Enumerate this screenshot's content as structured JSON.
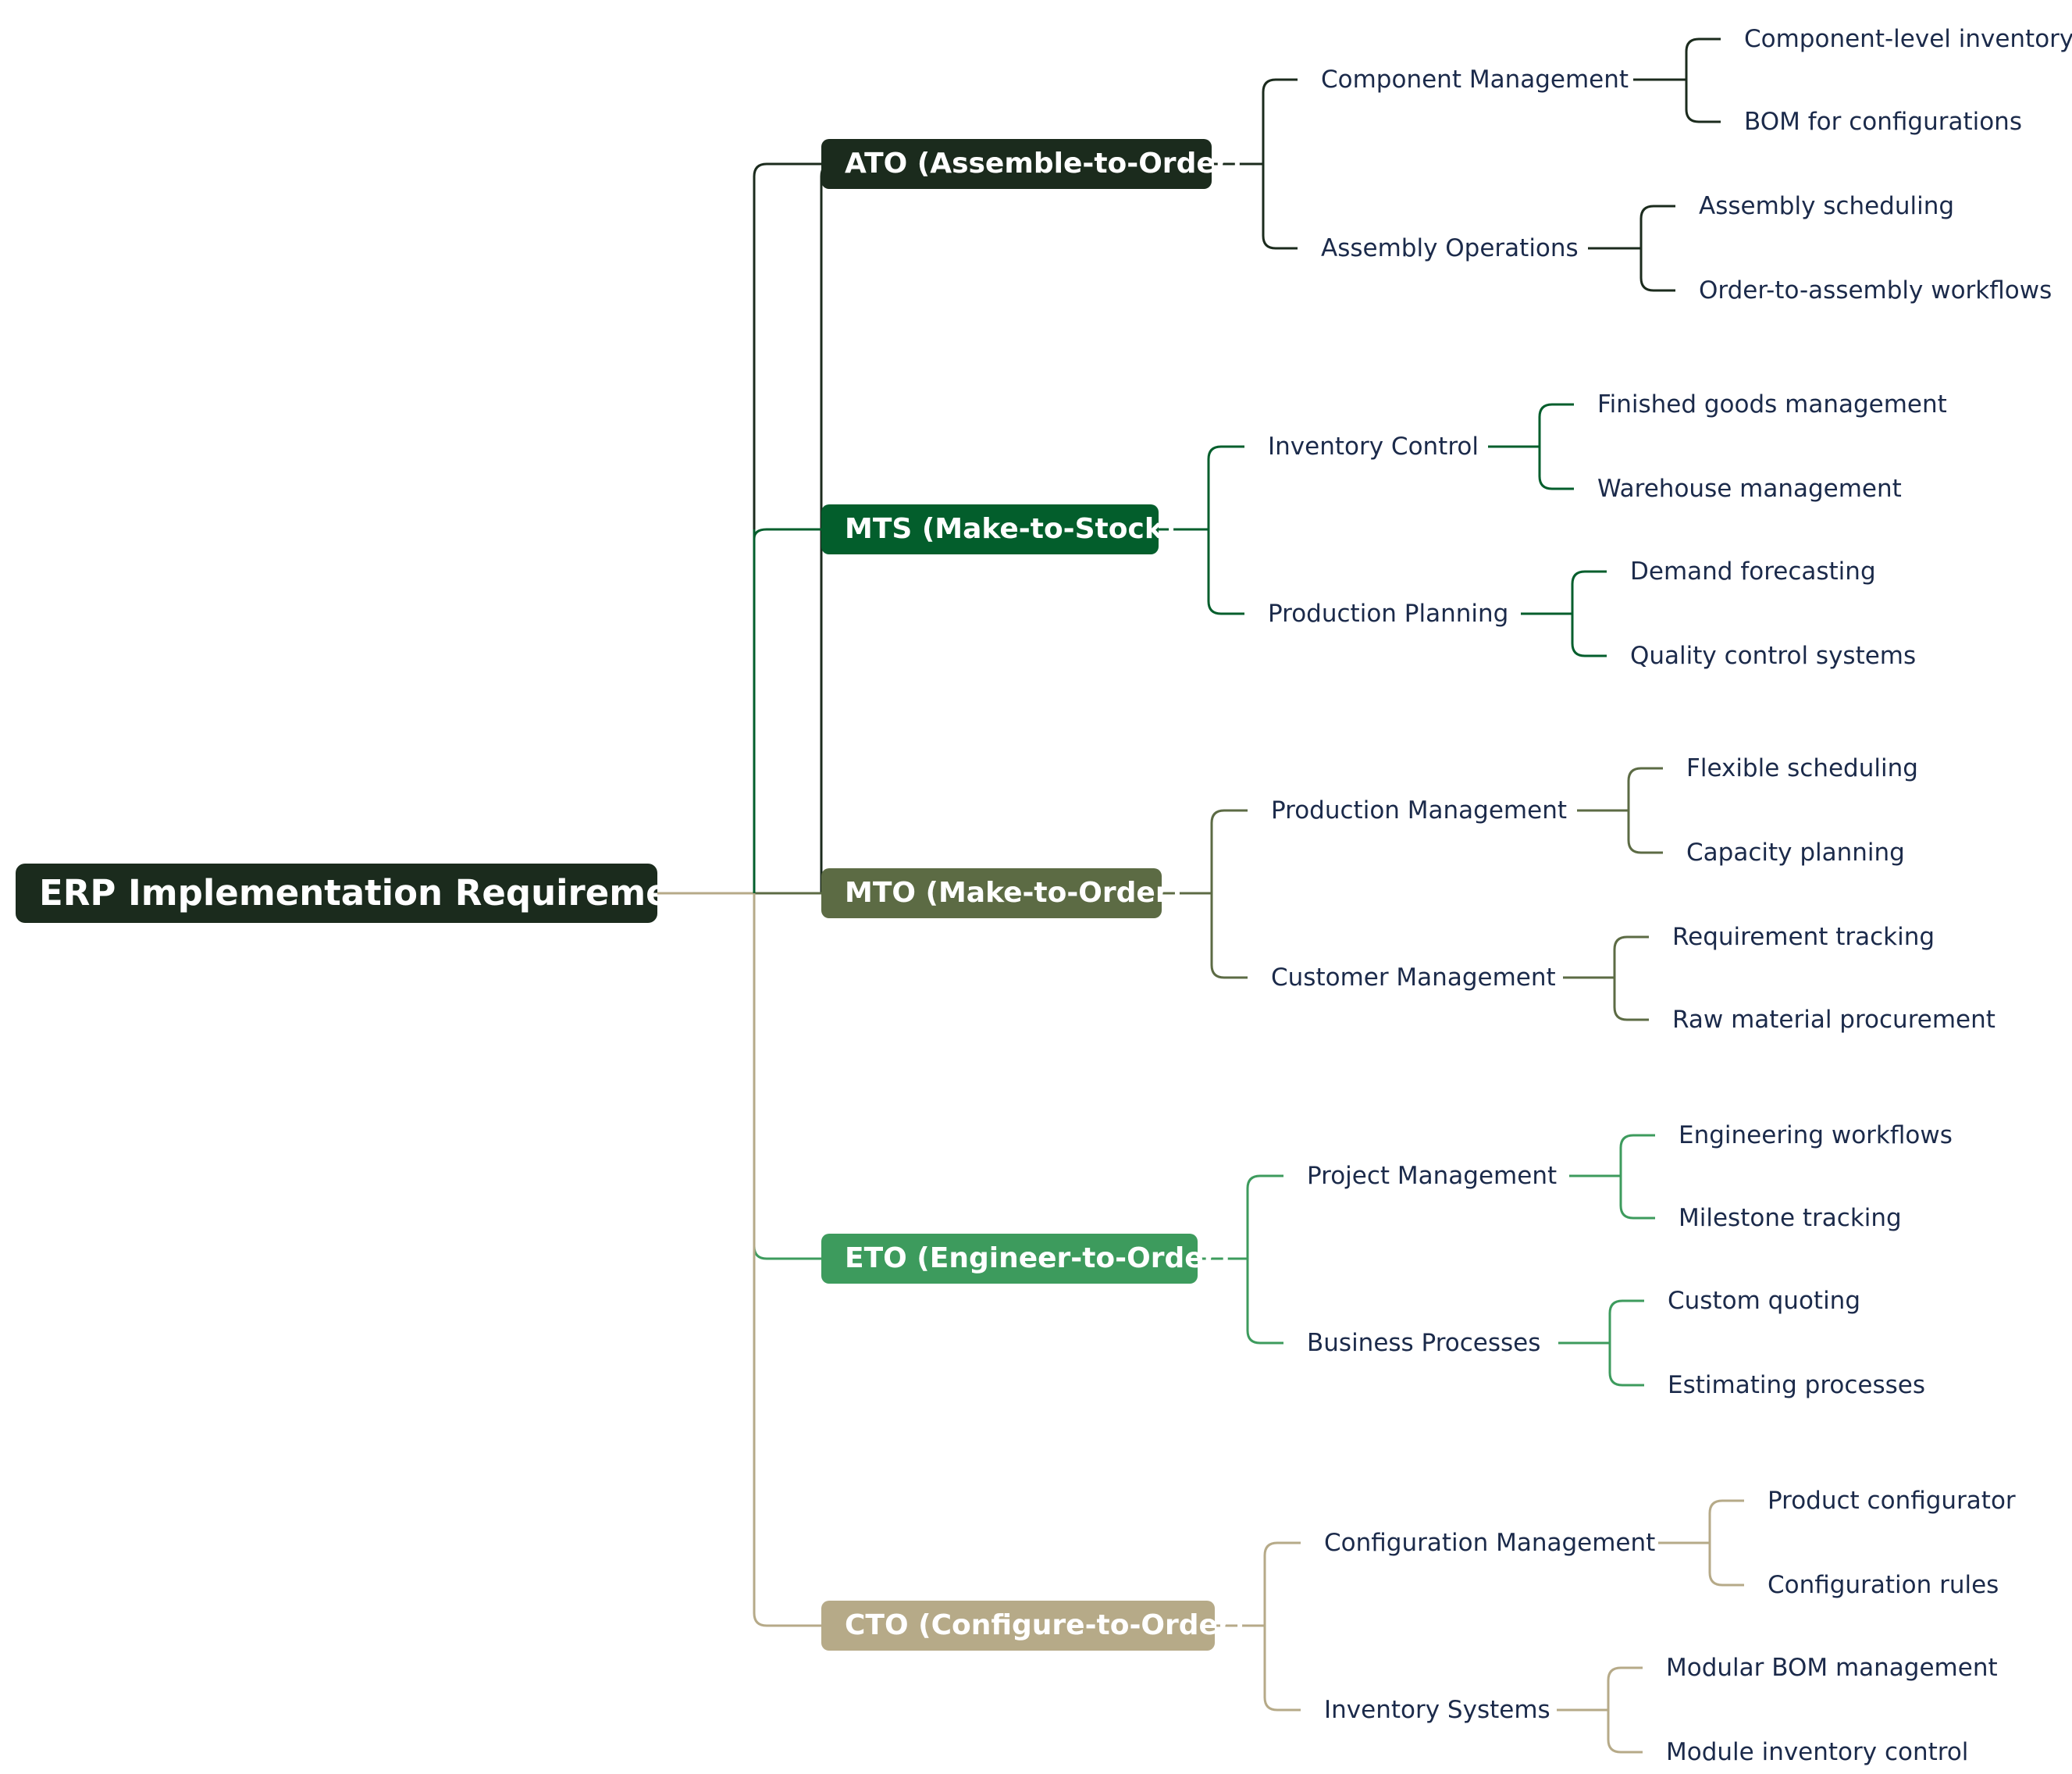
{
  "root": {
    "label": "ERP Implementation Requirements"
  },
  "colors": {
    "root": "#1b2b1d",
    "ato": "#1b2b1d",
    "mts": "#035e2c",
    "mto": "#5c6b44",
    "eto": "#3d9b5d",
    "cto": "#b6aa88",
    "text": "#1b2a4a"
  },
  "categories": [
    {
      "label": "ATO (Assemble-to-Order)",
      "groups": [
        {
          "label": "Component Management",
          "items": [
            "Component-level inventory",
            "BOM for configurations"
          ]
        },
        {
          "label": "Assembly Operations",
          "items": [
            "Assembly scheduling",
            "Order-to-assembly workflows"
          ]
        }
      ]
    },
    {
      "label": "MTS (Make-to-Stock)",
      "groups": [
        {
          "label": "Inventory Control",
          "items": [
            "Finished goods management",
            "Warehouse management"
          ]
        },
        {
          "label": "Production Planning",
          "items": [
            "Demand forecasting",
            "Quality control systems"
          ]
        }
      ]
    },
    {
      "label": "MTO (Make-to-Order)",
      "groups": [
        {
          "label": "Production Management",
          "items": [
            "Flexible scheduling",
            "Capacity planning"
          ]
        },
        {
          "label": "Customer Management",
          "items": [
            "Requirement tracking",
            "Raw material procurement"
          ]
        }
      ]
    },
    {
      "label": "ETO (Engineer-to-Order)",
      "groups": [
        {
          "label": "Project Management",
          "items": [
            "Engineering workflows",
            "Milestone tracking"
          ]
        },
        {
          "label": "Business Processes",
          "items": [
            "Custom quoting",
            "Estimating processes"
          ]
        }
      ]
    },
    {
      "label": "CTO (Configure-to-Order)",
      "groups": [
        {
          "label": "Configuration Management",
          "items": [
            "Product configurator",
            "Configuration rules"
          ]
        },
        {
          "label": "Inventory Systems",
          "items": [
            "Modular BOM management",
            "Module inventory control"
          ]
        }
      ]
    }
  ]
}
